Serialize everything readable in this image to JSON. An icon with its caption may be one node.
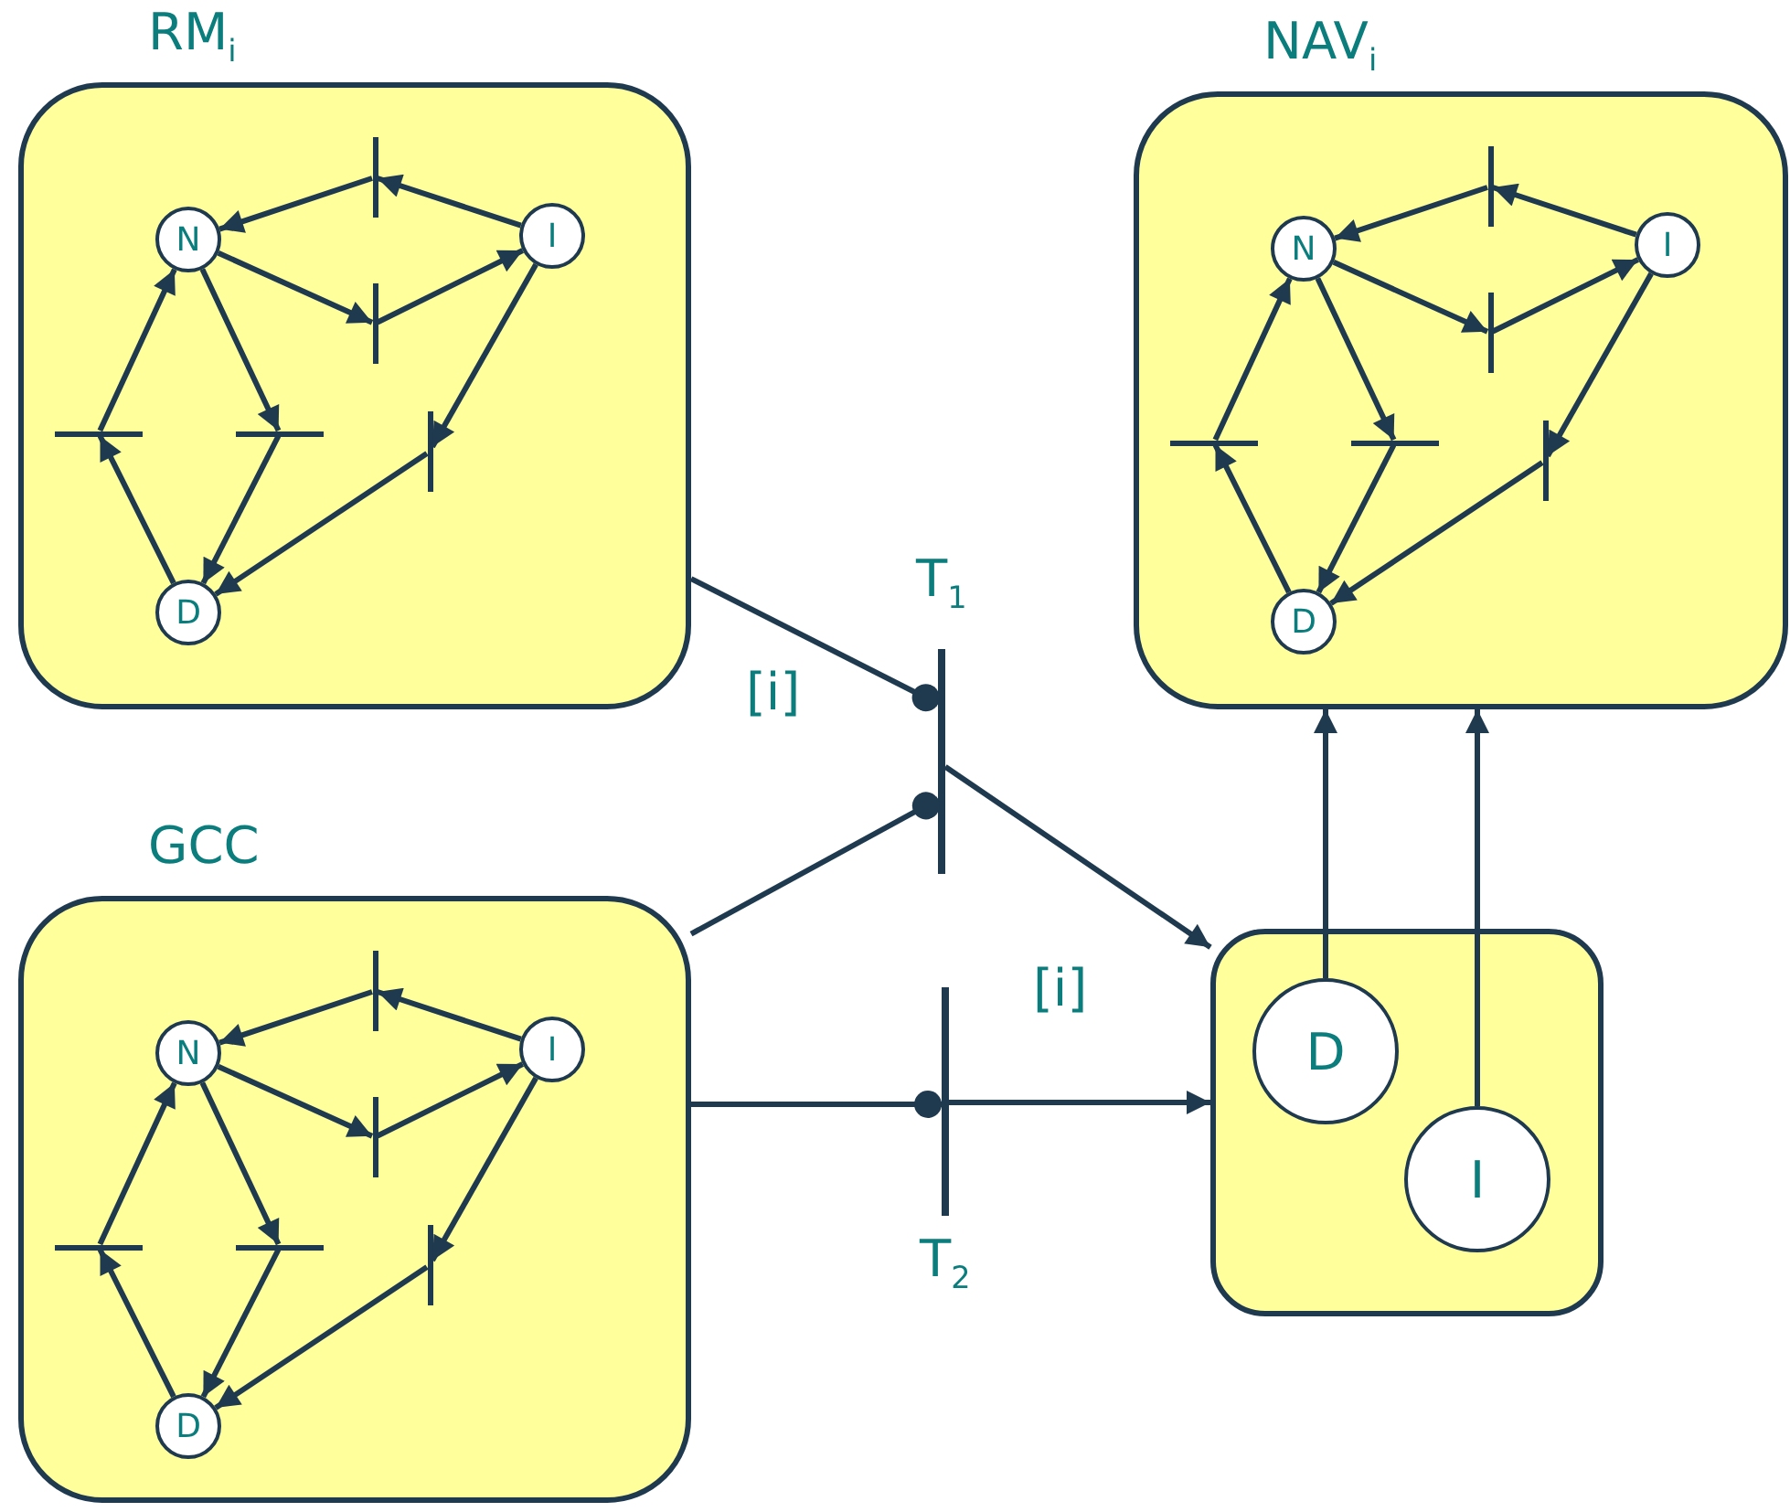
{
  "diagram": {
    "nodes": [
      {
        "text": [
          "RM$_{i}$"
        ]
      },
      {
        "text": [
          "N"
        ],
        "in": 0
      },
      {
        "text": [],
        "shape": "bar",
        "in": 0
      },
      {
        "text": [
          "I"
        ],
        "in": 0
      },
      {
        "text": [],
        "shape": "bar",
        "in": 0
      },
      {
        "text": [],
        "shape": "bar",
        "in": 0
      },
      {
        "text": [],
        "shape": "bar",
        "in": 0
      },
      {
        "text": [],
        "shape": "bar",
        "in": 0
      },
      {
        "text": [
          "D"
        ],
        "in": 0
      },
      {
        "text": [
          "NAV$_{i}$"
        ]
      },
      {
        "text": [
          "N"
        ],
        "in": 9
      },
      {
        "text": [],
        "shape": "bar",
        "in": 9
      },
      {
        "text": [
          "I"
        ],
        "in": 9
      },
      {
        "text": [],
        "shape": "bar",
        "in": 9
      },
      {
        "text": [],
        "shape": "bar",
        "in": 9
      },
      {
        "text": [],
        "shape": "bar",
        "in": 9
      },
      {
        "text": [],
        "shape": "bar",
        "in": 9
      },
      {
        "text": [
          "D"
        ],
        "in": 9
      },
      {
        "text": [
          "T$_{1}$"
        ]
      },
      {
        "text": [
          "GCC"
        ]
      },
      {
        "text": [
          "N"
        ],
        "in": 19
      },
      {
        "text": [],
        "shape": "bar",
        "in": 19
      },
      {
        "text": [
          "I"
        ],
        "in": 19
      },
      {
        "text": [],
        "shape": "bar",
        "in": 19
      },
      {
        "text": [],
        "shape": "bar",
        "in": 19
      },
      {
        "text": [],
        "shape": "bar",
        "in": 19
      },
      {
        "text": [],
        "shape": "bar",
        "in": 19
      },
      {
        "text": [
          "D"
        ],
        "in": 19
      },
      {
        "text": [
          "T$_{2}$"
        ]
      },
      {
        "text": [],
        "shape": "box"
      },
      {
        "text": [
          "D"
        ],
        "in": 29
      },
      {
        "text": [
          "I"
        ],
        "in": 29
      }
    ],
    "edges": [
      {
        "from": 3,
        "to": 2,
        "arrow": "to"
      },
      {
        "from": 2,
        "to": 1,
        "arrow": "to"
      },
      {
        "from": 1,
        "to": 4,
        "arrow": "to"
      },
      {
        "from": 4,
        "to": 3,
        "arrow": "to"
      },
      {
        "from": 8,
        "to": 5,
        "arrow": "to"
      },
      {
        "from": 5,
        "to": 1,
        "arrow": "to"
      },
      {
        "from": 1,
        "to": 6,
        "arrow": "to"
      },
      {
        "from": 6,
        "to": 8,
        "arrow": "to"
      },
      {
        "from": 3,
        "to": 7,
        "arrow": "to"
      },
      {
        "from": 7,
        "to": 8,
        "arrow": "to"
      },
      {
        "from": 12,
        "to": 11,
        "arrow": "to"
      },
      {
        "from": 11,
        "to": 10,
        "arrow": "to"
      },
      {
        "from": 10,
        "to": 13,
        "arrow": "to"
      },
      {
        "from": 13,
        "to": 12,
        "arrow": "to"
      },
      {
        "from": 17,
        "to": 14,
        "arrow": "to"
      },
      {
        "from": 14,
        "to": 10,
        "arrow": "to"
      },
      {
        "from": 10,
        "to": 15,
        "arrow": "to"
      },
      {
        "from": 15,
        "to": 17,
        "arrow": "to"
      },
      {
        "from": 12,
        "to": 16,
        "arrow": "to"
      },
      {
        "from": 16,
        "to": 17,
        "arrow": "to"
      },
      {
        "from": 22,
        "to": 21,
        "arrow": "to"
      },
      {
        "from": 21,
        "to": 20,
        "arrow": "to"
      },
      {
        "from": 20,
        "to": 23,
        "arrow": "to"
      },
      {
        "from": 23,
        "to": 22,
        "arrow": "to"
      },
      {
        "from": 27,
        "to": 24,
        "arrow": "to"
      },
      {
        "from": 24,
        "to": 20,
        "arrow": "to"
      },
      {
        "from": 20,
        "to": 25,
        "arrow": "to"
      },
      {
        "from": 25,
        "to": 27,
        "arrow": "to"
      },
      {
        "from": 22,
        "to": 26,
        "arrow": "to"
      },
      {
        "from": 26,
        "to": 27,
        "arrow": "to"
      },
      {
        "from": 0,
        "to": 18,
        "arrow": "other",
        "label": "[i]"
      },
      {
        "from": 19,
        "to": 18,
        "arrow": "other"
      },
      {
        "from": 18,
        "to": 29,
        "arrow": "to"
      },
      {
        "from": 19,
        "to": 28,
        "arrow": "other"
      },
      {
        "from": 28,
        "to": 29,
        "arrow": "to",
        "label": "[i]"
      },
      {
        "from": 30,
        "to": 9,
        "arrow": "to"
      },
      {
        "from": 31,
        "to": 9,
        "arrow": "to"
      }
    ]
  }
}
